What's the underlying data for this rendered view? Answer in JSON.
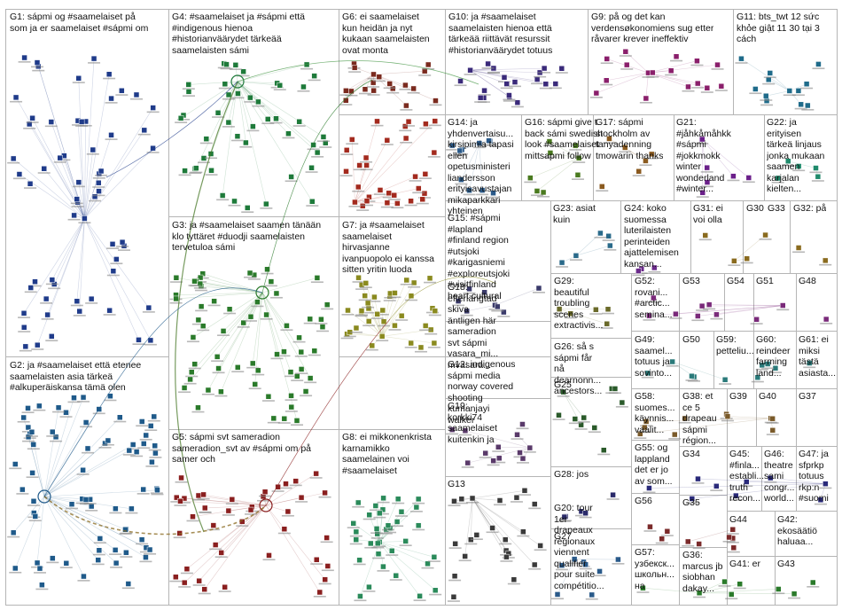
{
  "groups": [
    {
      "id": "G1",
      "text": "G1: sápmi og #saamelaiset på\nsom ja er saamelaiset #sápmi om",
      "color": "#1f3b8a"
    },
    {
      "id": "G4",
      "text": "G4: #saamelaiset ja #sápmi että\n#indigenous hienoa\n#historianväärydet tärkeää\nsaamelaisten sámi",
      "color": "#1e7a3a"
    },
    {
      "id": "G6",
      "text": "G6: ei saamelaiset\nkun heidän ja nyt\nkukaan saamelaisten\novat monta",
      "color": "#7a2a1e"
    },
    {
      "id": "G10",
      "text": "G10: ja #saamelaiset\nsaamelaisten hienoa että\ntärkeää riittävät resurssit\n#historianväärydet totuus",
      "color": "#3a2a7a"
    },
    {
      "id": "G9",
      "text": "G9: på og det kan\nverdensøkonomiens sug etter\nråvarer krever ineffektiv",
      "color": "#8a1f6b"
    },
    {
      "id": "G11",
      "text": "G11: bts_twt 12 sức\nkhỏe giật 11 30 tại 3\ncách",
      "color": "#1f6b8a"
    },
    {
      "id": "G14",
      "text": "G14: ja\nyhdenvertaisu...\nkirsipimia tapasi\nellen\nopetusministeri\nliandersson\nerityisavustajan\nmikaparkkari\nyhteinen",
      "color": "#2a5a8a"
    },
    {
      "id": "G16",
      "text": "G16: sápmi give t\nback sámi swedish\nlook #saamelaiset\nmittsapmi follow",
      "color": "#5a8a1f"
    },
    {
      "id": "G17",
      "text": "G17: sápmi\nstockholm av\ntanyadenning\ntmowarin thanks",
      "color": "#8a5a1f"
    },
    {
      "id": "G21",
      "text": "G21:\n#jåhkåmåhkk\n#sápmi\n#jokkmokk\nwinter\nwonderland\n#winter...",
      "color": "#6b1f8a"
    },
    {
      "id": "G22",
      "text": "G22: ja\nerityisen\ntärkeä linjaus\njonka mukaan\nsaamen\nkarjalan\nkielten...",
      "color": "#1f8a6b"
    },
    {
      "id": "G3",
      "text": "G3: ja #saamelaiset saamen tänään\nklo tyttäret #duodji saamelaisten\ntervetuloa sámi",
      "color": "#2a7a2a"
    },
    {
      "id": "G7",
      "text": "G7: ja #saamelaiset\nsaamelaiset\nhirvasjanne\nivanpuopolo ei kanssa\nsitten yritin luoda",
      "color": "#8a8a1f"
    },
    {
      "id": "G15",
      "text": "G15: #sápmi\n#lapland\n#finland region\n#utsjoki\n#karigasniemi\n#exploreutsjoki\n#visitfinland\nheart cultural",
      "color": "#1f4a8a"
    },
    {
      "id": "G23",
      "text": "G23: asiat\nkuin",
      "color": "#5a5a5a"
    },
    {
      "id": "G24",
      "text": "G24: koko\nsuomessa\nluterilaisten\nperinteiden\najattelemisen\nkansan...",
      "color": "#5a5a5a"
    },
    {
      "id": "G31",
      "text": "G31: ei\nvoi olla",
      "color": "#5a5a5a"
    },
    {
      "id": "G30",
      "text": "G30",
      "color": "#5a5a5a"
    },
    {
      "id": "G33",
      "text": "G33",
      "color": "#5a5a5a"
    },
    {
      "id": "G32",
      "text": "G32: på",
      "color": "#5a5a5a"
    },
    {
      "id": "G18",
      "text": "G18:\nefterlängtad\nskiva\näntligen här\nsameradion\nsvt sápmi\nvasara_mi...\nmvasara...",
      "color": "#5a5a5a"
    },
    {
      "id": "G29",
      "text": "G29:\nbeautiful\ntroubling\nscenes\nextractivis...",
      "color": "#5a5a5a"
    },
    {
      "id": "G52",
      "text": "G52:\nrovani...\n#arctic...\nsemina...",
      "color": "#5a5a5a"
    },
    {
      "id": "G53",
      "text": "G53",
      "color": "#5a5a5a"
    },
    {
      "id": "G54",
      "text": "G54",
      "color": "#5a5a5a"
    },
    {
      "id": "G51",
      "text": "G51",
      "color": "#5a5a5a"
    },
    {
      "id": "G48",
      "text": "G48",
      "color": "#5a5a5a"
    },
    {
      "id": "G26",
      "text": "G26: så s\nsápmi får\nnå\ndearnonn...\nancestors...",
      "color": "#5a5a5a"
    },
    {
      "id": "G49",
      "text": "G49:\nsaamel...\ntotuus ja\nsovinto...",
      "color": "#5a5a5a"
    },
    {
      "id": "G50",
      "text": "G50",
      "color": "#5a5a5a"
    },
    {
      "id": "G59",
      "text": "G59:\npetteliu...",
      "color": "#5a5a5a"
    },
    {
      "id": "G60",
      "text": "G60:\nreindeer\nfarming\nland...",
      "color": "#5a5a5a"
    },
    {
      "id": "G61",
      "text": "G61: ei\nmiksi\ntästä\nasiasta...",
      "color": "#5a5a5a"
    },
    {
      "id": "G2",
      "text": "G2: ja #saamelaiset että etenee\nsaamelaisten asia tärkeä\n#alkuperäiskansa tämä olen",
      "color": "#1f5a8a"
    },
    {
      "id": "G12",
      "text": "G12: indigenous\nsápmi media\nnorway covered\nshooting\nkumanjayi\nwalker",
      "color": "#5a5a5a"
    },
    {
      "id": "G25",
      "text": "G25",
      "color": "#5a5a5a"
    },
    {
      "id": "G58",
      "text": "G58:\nsuomes...\nkäynnis...\nvaalit...",
      "color": "#5a5a5a"
    },
    {
      "id": "G38",
      "text": "G38: et\nce 5\ndrapeau\nsápmi\nrégion...",
      "color": "#5a5a5a"
    },
    {
      "id": "G39",
      "text": "G39",
      "color": "#5a5a5a"
    },
    {
      "id": "G40",
      "text": "G40",
      "color": "#5a5a5a"
    },
    {
      "id": "G37",
      "text": "G37",
      "color": "#5a5a5a"
    },
    {
      "id": "G5",
      "text": "G5: sápmi svt sameradion\nsameradion_svt av #sápmi om på\nsamer och",
      "color": "#8a1f1f"
    },
    {
      "id": "G8",
      "text": "G8: ei mikkonenkrista\nkarnamikko\nsaamelainen voi\n#saamelaiset",
      "color": "#2a8a5a"
    },
    {
      "id": "G19",
      "text": "G19:\nkorkki74\nsaamelaiset\nkuitenkin ja",
      "color": "#5a5a5a"
    },
    {
      "id": "G28",
      "text": "G28: jos",
      "color": "#5a5a5a"
    },
    {
      "id": "G55",
      "text": "G55: og\nlappland\ndet er jo\nav som...",
      "color": "#5a5a5a"
    },
    {
      "id": "G34",
      "text": "G34",
      "color": "#5a5a5a"
    },
    {
      "id": "G45",
      "text": "G45:\n#finla...\nestabli...\ntruth\nrecon...",
      "color": "#5a5a5a"
    },
    {
      "id": "G46",
      "text": "G46:\ntheatre\nsami\ncongr...\nworld...",
      "color": "#5a5a5a"
    },
    {
      "id": "G47",
      "text": "G47: ja\nsfprkp\ntotuus\nrkp:n\n#suomi",
      "color": "#5a5a5a"
    },
    {
      "id": "G13",
      "text": "G13",
      "color": "#5a5a5a"
    },
    {
      "id": "G20",
      "text": "G20: tour\n1er\ndrapeaux\nrégionaux\nviennent\nqualifier\npour suite\ncompétitio...",
      "color": "#5a5a5a"
    },
    {
      "id": "G56",
      "text": "G56",
      "color": "#5a5a5a"
    },
    {
      "id": "G35",
      "text": "G35",
      "color": "#5a5a5a"
    },
    {
      "id": "G44",
      "text": "G44",
      "color": "#5a5a5a"
    },
    {
      "id": "G42",
      "text": "G42:\nekosäätiö\nhaluaa...",
      "color": "#5a5a5a"
    },
    {
      "id": "G27",
      "text": "G27",
      "color": "#5a5a5a"
    },
    {
      "id": "G57",
      "text": "G57:\nузбекск...\nшкольн...\nна",
      "color": "#5a5a5a"
    },
    {
      "id": "G36",
      "text": "G36:\nmarcus jb\nsiobhan\ndakay...",
      "color": "#5a5a5a"
    },
    {
      "id": "G41",
      "text": "G41: er",
      "color": "#5a5a5a"
    },
    {
      "id": "G43",
      "text": "G43",
      "color": "#5a5a5a"
    }
  ]
}
